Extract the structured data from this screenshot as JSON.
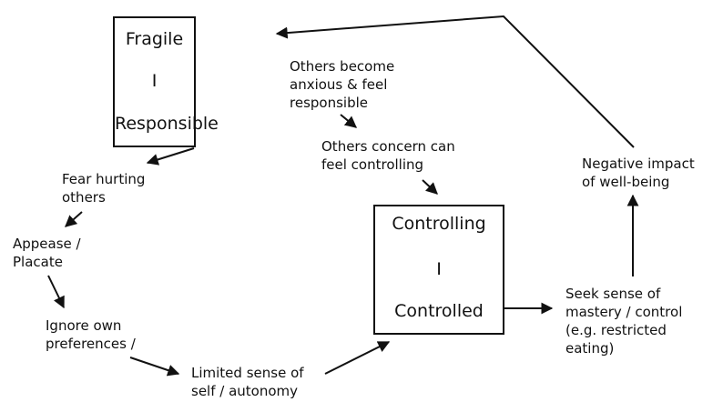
{
  "boxes": {
    "fragile": {
      "top": "Fragile",
      "middle": "I",
      "bottom": "Responsible"
    },
    "controlling": {
      "top": "Controlling",
      "middle": "I",
      "bottom": "Controlled"
    }
  },
  "labels": {
    "others_anxious": "Others become\nanxious & feel\nresponsible",
    "others_concern": "Others concern can\nfeel controlling",
    "negative_impact": "Negative impact\nof well-being",
    "fear_hurting": "Fear hurting\nothers",
    "appease": "Appease /\nPlacate",
    "ignore_prefs": "Ignore own\npreferences /",
    "limited_sense": "Limited sense of\nself / autonomy",
    "seek_mastery": "Seek sense of\nmastery / control\n(e.g. restricted\neating)"
  },
  "colors": {
    "stroke": "#111111",
    "background": "#ffffff"
  }
}
